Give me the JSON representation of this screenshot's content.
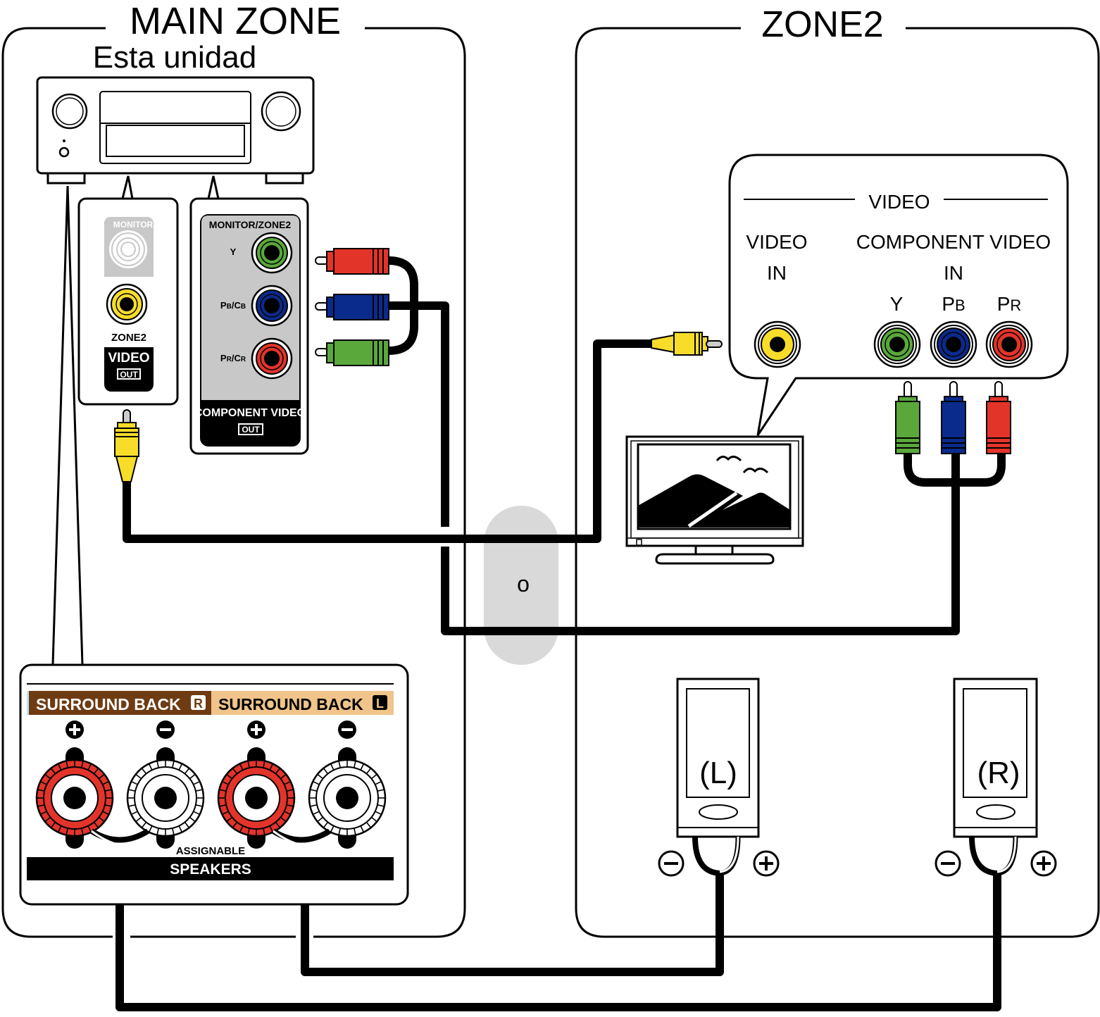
{
  "zones": {
    "main": {
      "title": "MAIN ZONE",
      "unit_label": "Esta unidad"
    },
    "zone2": {
      "title": "ZONE2"
    }
  },
  "video_out_panel": {
    "monitor_label": "MONITOR",
    "zone2_label": "ZONE2",
    "video_label": "VIDEO",
    "out_label": "OUT"
  },
  "component_out_panel": {
    "header": "MONITOR/ZONE2",
    "jacks": [
      {
        "label_main": "Y",
        "label_sub": "",
        "color": "#5aa83c"
      },
      {
        "label_main": "P",
        "label_sub": "B",
        "label_sep": "/C",
        "label_sub2": "B",
        "color": "#0a2b8c"
      },
      {
        "label_main": "P",
        "label_sub": "R",
        "label_sep": "/C",
        "label_sub2": "R",
        "color": "#e3342a"
      }
    ],
    "footer": "COMPONENT VIDEO",
    "out_label": "OUT"
  },
  "tv_input_panel": {
    "section_title": "VIDEO",
    "video_in": {
      "line1": "VIDEO",
      "line2": "IN"
    },
    "component_in": {
      "line1": "COMPONENT VIDEO",
      "line2": "IN"
    },
    "jack_labels": [
      {
        "main": "Y",
        "sub": ""
      },
      {
        "main": "P",
        "sub": "B"
      },
      {
        "main": "P",
        "sub": "R"
      }
    ]
  },
  "separator": {
    "text": "o"
  },
  "speaker_terminals": {
    "channel_right": {
      "label": "SURROUND BACK",
      "badge": "R",
      "color": "#6e3b12"
    },
    "channel_left": {
      "label": "SURROUND BACK",
      "badge": "L",
      "color": "#f0c48a"
    },
    "assignable": "ASSIGNABLE",
    "speakers": "SPEAKERS",
    "polarity": [
      "+",
      "−",
      "+",
      "−"
    ]
  },
  "speakers": [
    {
      "label": "(L)"
    },
    {
      "label": "(R)"
    }
  ],
  "colors": {
    "yellow": "#f7dd2a",
    "green": "#5aa83c",
    "blue": "#0a2b8c",
    "red": "#e3342a",
    "panel_gray": "#c8c8c8",
    "oval_gray": "#d9d9d9"
  }
}
